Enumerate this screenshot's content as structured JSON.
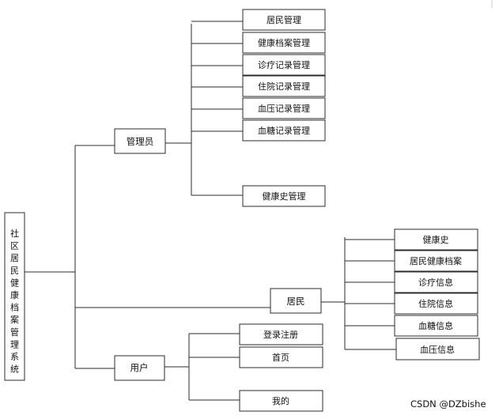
{
  "diagram": {
    "root": {
      "chars": [
        "社",
        "区",
        "居",
        "民",
        "健",
        "康",
        "档",
        "案",
        "管",
        "理",
        "系",
        "统"
      ]
    },
    "admin": {
      "label": "管理员",
      "children": [
        "居民管理",
        "健康档案管理",
        "诊疗记录管理",
        "住院记录管理",
        "血压记录管理",
        "血糖记录管理",
        "健康史管理"
      ]
    },
    "resident": {
      "label": "居民",
      "children": [
        "健康史",
        "居民健康档案",
        "诊疗信息",
        "住院信息",
        "血糖信息",
        "血压信息"
      ]
    },
    "user": {
      "label": "用户",
      "children": [
        "登录注册",
        "首页",
        "我的"
      ]
    }
  },
  "watermark": "CSDN @DZbishe"
}
